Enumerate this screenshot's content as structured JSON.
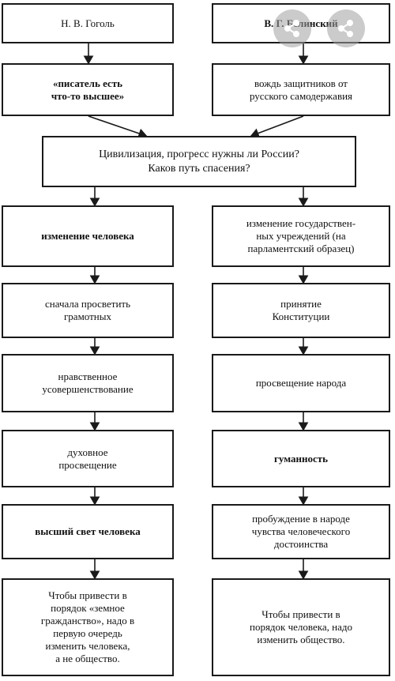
{
  "left": {
    "author": "Н. В. Гоголь",
    "quote": "«писатель есть\nчто-то высшее»",
    "steps": [
      "изменение человека",
      "сначала просветить\nграмотных",
      "нравственное\nусовершенствование",
      "духовное\nпросвещение",
      "высший свет человека",
      "Чтобы привести в\nпорядок «земное\nгражданство», надо в\nпервую очередь\nизменить человека,\nа не общество."
    ]
  },
  "right": {
    "author": "В. Г. Белинский",
    "quote": "вождь защитников от\nрусского самодержавия",
    "steps": [
      "изменение государствен-\nных учреждений (на\nпарламентский образец)",
      "принятие\nКонституции",
      "просвещение народа",
      "гуманность",
      "пробуждение в народе\nчувства человеческого\nдостоинства",
      "Чтобы привести в\nпорядок человека, надо\nизменить общество."
    ]
  },
  "center": {
    "question": "Цивилизация, прогресс нужны ли России?\nКаков путь спасения?"
  },
  "icons": {
    "share": "share-icon"
  }
}
